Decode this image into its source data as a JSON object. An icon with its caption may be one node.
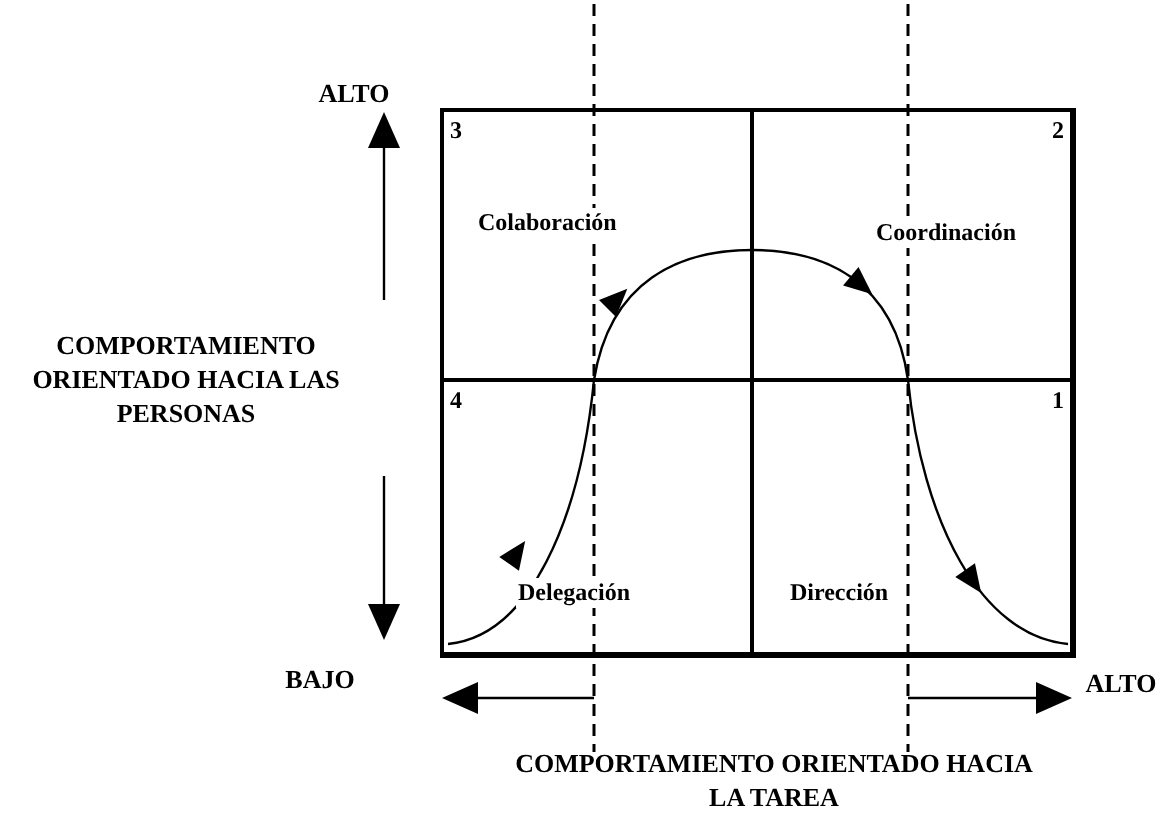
{
  "diagram": {
    "nodes": [
      {
        "text": [
          "3",
          "Colaboración"
        ]
      },
      {
        "text": [
          "2",
          "Coordinación"
        ]
      },
      {
        "text": [
          "4",
          "Delegación"
        ]
      },
      {
        "text": [
          "1",
          "Dirección"
        ]
      }
    ],
    "labels": [
      "ALTO",
      "COMPORTAMIENTO ORIENTADO HACIA LAS PERSONAS",
      "BAJO",
      "ALTO",
      "COMPORTAMIENTO ORIENTADO HACIA LA TAREA"
    ]
  }
}
